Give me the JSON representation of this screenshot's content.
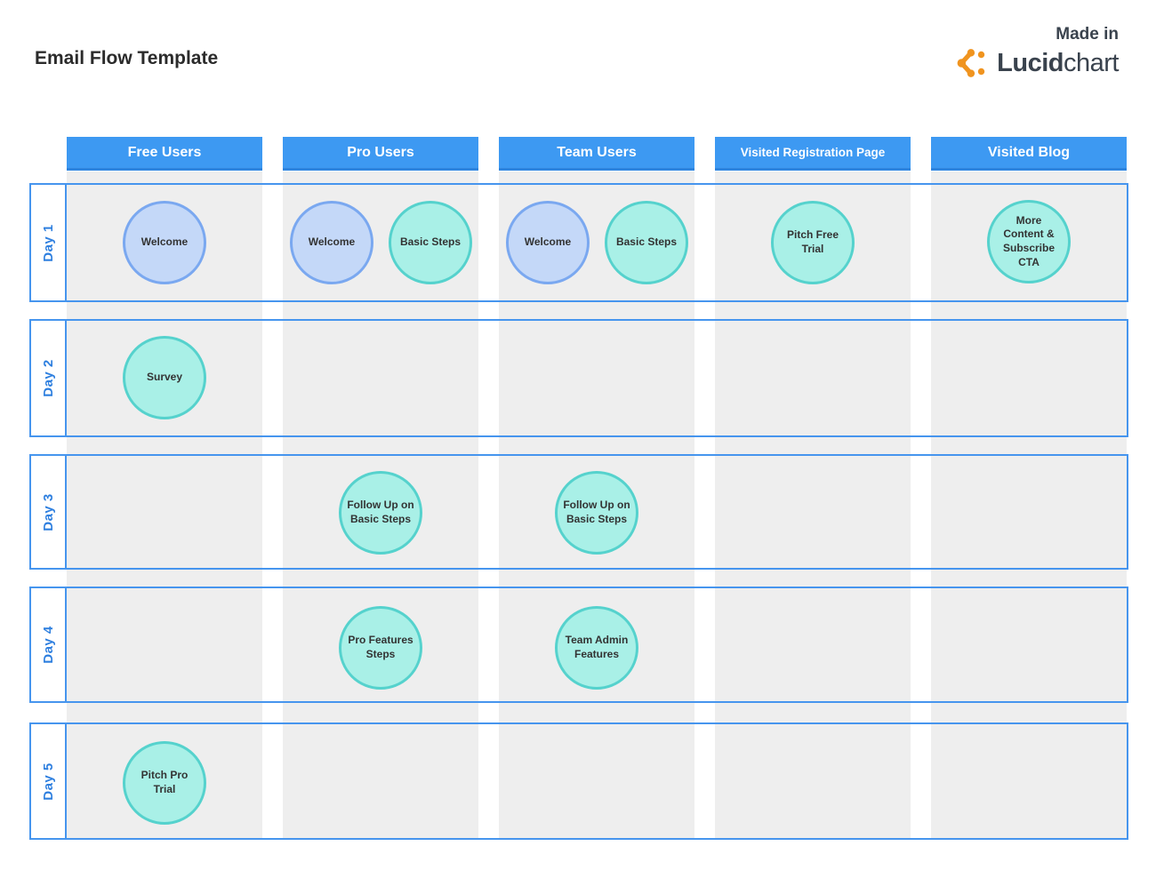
{
  "title": "Email Flow Template",
  "branding": {
    "made_in": "Made in",
    "logo_bold": "Lucid",
    "logo_light": "chart"
  },
  "columns": [
    {
      "label": "Free Users"
    },
    {
      "label": "Pro Users"
    },
    {
      "label": "Team Users"
    },
    {
      "label": "Visited  Registration Page"
    },
    {
      "label": "Visited Blog"
    }
  ],
  "days": [
    {
      "label": "Day 1"
    },
    {
      "label": "Day 2"
    },
    {
      "label": "Day 3"
    },
    {
      "label": "Day 4"
    },
    {
      "label": "Day 5"
    }
  ],
  "nodes": [
    {
      "day": "Day 1",
      "column": "Free Users",
      "label": "Welcome",
      "style": "blue"
    },
    {
      "day": "Day 1",
      "column": "Pro Users",
      "label": "Welcome",
      "style": "blue"
    },
    {
      "day": "Day 1",
      "column": "Pro Users",
      "label": "Basic Steps",
      "style": "teal"
    },
    {
      "day": "Day 1",
      "column": "Team Users",
      "label": "Welcome",
      "style": "blue"
    },
    {
      "day": "Day 1",
      "column": "Team Users",
      "label": "Basic Steps",
      "style": "teal"
    },
    {
      "day": "Day 1",
      "column": "Visited  Registration Page",
      "label": "Pitch Free Trial",
      "style": "teal"
    },
    {
      "day": "Day 1",
      "column": "Visited Blog",
      "label": "More Content & Subscribe CTA",
      "style": "teal"
    },
    {
      "day": "Day 2",
      "column": "Free Users",
      "label": "Survey",
      "style": "teal"
    },
    {
      "day": "Day 3",
      "column": "Pro Users",
      "label": "Follow Up on Basic Steps",
      "style": "teal"
    },
    {
      "day": "Day 3",
      "column": "Team Users",
      "label": "Follow Up on Basic Steps",
      "style": "teal"
    },
    {
      "day": "Day 4",
      "column": "Pro Users",
      "label": "Pro Features Steps",
      "style": "teal"
    },
    {
      "day": "Day 4",
      "column": "Team Users",
      "label": "Team Admin Features",
      "style": "teal"
    },
    {
      "day": "Day 5",
      "column": "Free Users",
      "label": "Pitch Pro Trial",
      "style": "teal"
    }
  ],
  "colors": {
    "header_bg": "#3d99f2",
    "header_text": "#ffffff",
    "row_border": "#4695ee",
    "day_label_text": "#2e7fdf",
    "lane_bg": "#eeeeee",
    "node_blue_fill": "#c4d8f8",
    "node_blue_border": "#7aa8f0",
    "node_teal_fill": "#a9f0e7",
    "node_teal_border": "#55d2cd",
    "logo_orange": "#f0941f",
    "logo_dark": "#39424d"
  }
}
